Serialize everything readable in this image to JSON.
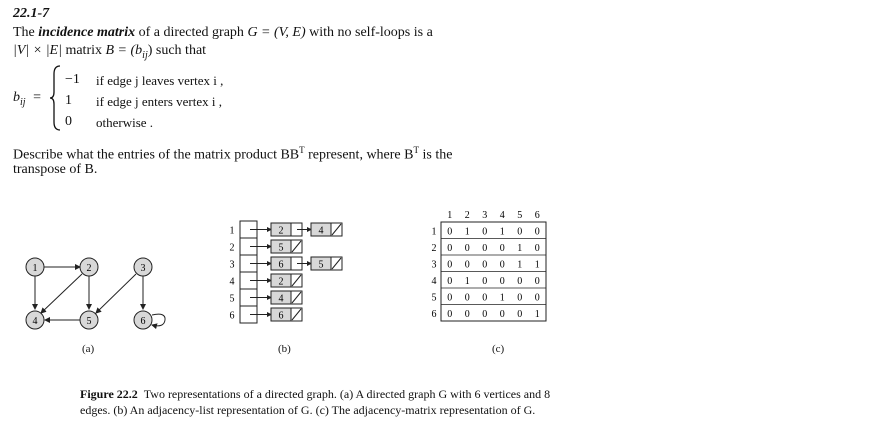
{
  "exercise": {
    "number": "22.1-7",
    "line1_pre": "The ",
    "line1_term": "incidence matrix",
    "line1_mid": " of a directed graph ",
    "line1_math": "G = (V, E)",
    "line1_post": " with no self-loops is a",
    "line2_math": "|V| × |E|",
    "line2_mid": " matrix ",
    "line2_math2": "B = (b",
    "line2_sub": "ij",
    "line2_post": ") such that",
    "lhs": "b",
    "lhs_sub": "ij",
    "eq": "=",
    "cases": [
      {
        "value": "−1",
        "text": "if edge j leaves vertex i ,"
      },
      {
        "value": "1",
        "text": "if edge j enters vertex i ,"
      },
      {
        "value": "0",
        "text": "otherwise ."
      }
    ],
    "question_line1": "Describe what the entries of the matrix product BB",
    "question_sup": "T",
    "question_mid": " represent, where B",
    "question_sup2": "T",
    "question_end": " is the",
    "question_line2": "transpose of B."
  },
  "figure": {
    "graph": {
      "label": "(a)",
      "vertices": [
        "1",
        "2",
        "3",
        "4",
        "5",
        "6"
      ]
    },
    "adjacency_list": {
      "label": "(b)",
      "rows": [
        {
          "vertex": "1",
          "list": [
            "2",
            "4"
          ]
        },
        {
          "vertex": "2",
          "list": [
            "5"
          ]
        },
        {
          "vertex": "3",
          "list": [
            "6",
            "5"
          ]
        },
        {
          "vertex": "4",
          "list": [
            "2"
          ]
        },
        {
          "vertex": "5",
          "list": [
            "4"
          ]
        },
        {
          "vertex": "6",
          "list": [
            "6"
          ]
        }
      ]
    },
    "adjacency_matrix": {
      "label": "(c)",
      "col_headers": [
        "1",
        "2",
        "3",
        "4",
        "5",
        "6"
      ],
      "row_headers": [
        "1",
        "2",
        "3",
        "4",
        "5",
        "6"
      ],
      "cells": [
        [
          "0",
          "1",
          "0",
          "1",
          "0",
          "0"
        ],
        [
          "0",
          "0",
          "0",
          "0",
          "1",
          "0"
        ],
        [
          "0",
          "0",
          "0",
          "0",
          "1",
          "1"
        ],
        [
          "0",
          "1",
          "0",
          "0",
          "0",
          "0"
        ],
        [
          "0",
          "0",
          "0",
          "1",
          "0",
          "0"
        ],
        [
          "0",
          "0",
          "0",
          "0",
          "0",
          "1"
        ]
      ]
    },
    "caption_title": "Figure 22.2",
    "caption_text": "Two representations of a directed graph. (a) A directed graph G with 6 vertices and 8 edges. (b) An adjacency-list representation of G. (c) The adjacency-matrix representation of G."
  }
}
